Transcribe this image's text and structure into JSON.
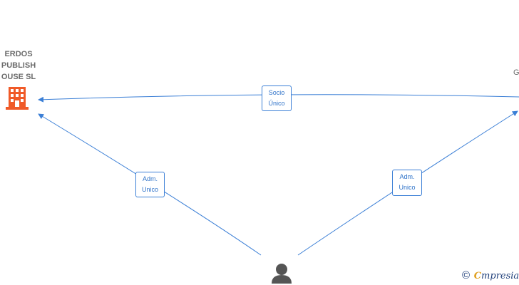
{
  "company": {
    "name_lines": [
      "ERDOS",
      "PUBLISH",
      "OUSE  SL"
    ],
    "icon": "building-icon",
    "color": "#f05a28"
  },
  "right_node": {
    "partial_text": "G"
  },
  "person": {
    "icon": "person-icon",
    "color": "#555555"
  },
  "edges": [
    {
      "from": "right-node",
      "to": "company",
      "label_lines": [
        "Socio",
        "Único"
      ]
    },
    {
      "from": "person",
      "to": "company",
      "label_lines": [
        "Adm.",
        "Unico"
      ]
    },
    {
      "from": "person",
      "to": "right-node",
      "label_lines": [
        "Adm.",
        "Unico"
      ]
    }
  ],
  "edge_color": "#3b7fd6",
  "watermark": {
    "copyright": "©",
    "brand_first": "C",
    "brand_rest": "mpresia"
  }
}
